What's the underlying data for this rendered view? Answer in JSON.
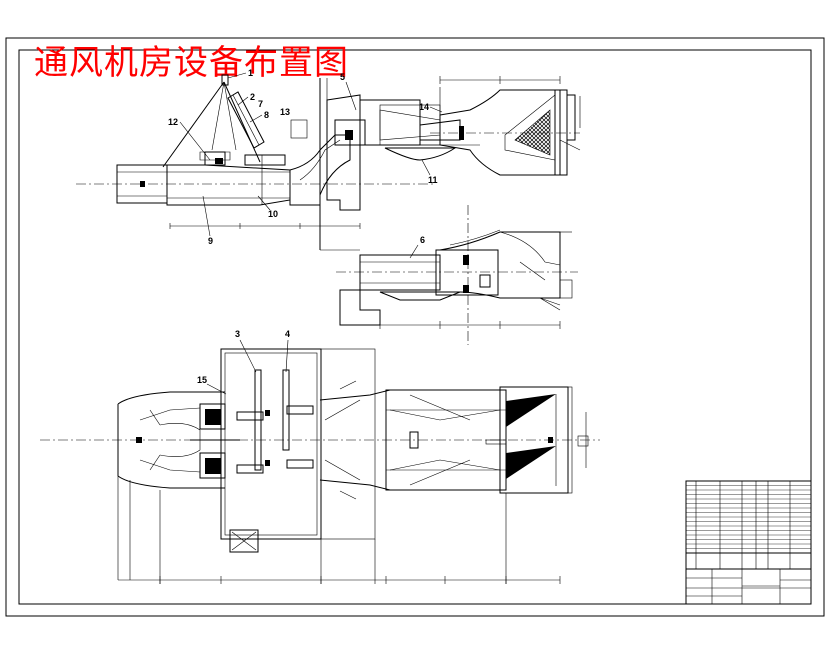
{
  "title": "通风机房设备布置图",
  "colors": {
    "title": "#ff0000",
    "lines": "#000000",
    "background": "#ffffff"
  },
  "callouts": {
    "c1": "1",
    "c2": "2",
    "c7": "7",
    "c8": "8",
    "c12": "12",
    "c13": "13",
    "c5": "5",
    "c14": "14",
    "c11": "11",
    "c10": "10",
    "c9": "9",
    "c6": "6",
    "c3": "3",
    "c4": "4",
    "c15": "15"
  }
}
